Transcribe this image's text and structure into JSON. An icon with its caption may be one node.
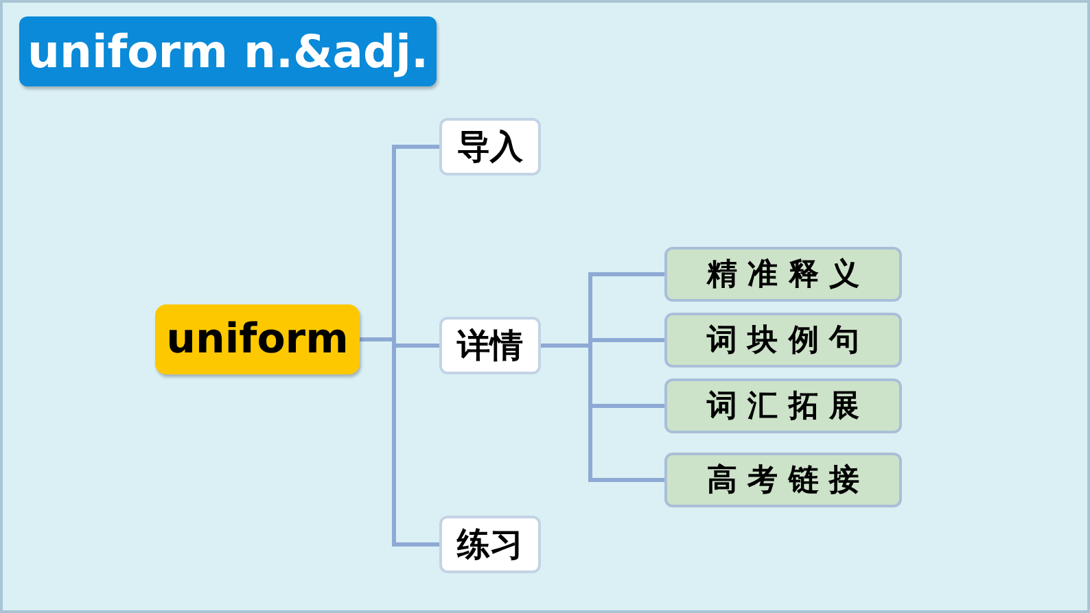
{
  "diagram": {
    "title": "uniform n.&adj.",
    "nodes": [
      {
        "text": [
          "uniform"
        ]
      },
      {
        "text": [
          "导入"
        ]
      },
      {
        "text": [
          "详情"
        ]
      },
      {
        "text": [
          "练习"
        ]
      },
      {
        "text": [
          "精 准 释 义"
        ]
      },
      {
        "text": [
          "词 块 例 句"
        ]
      },
      {
        "text": [
          "词 汇 拓 展"
        ]
      },
      {
        "text": [
          "高 考 链 接"
        ]
      }
    ],
    "edges": [
      {
        "from": 0,
        "to": 1,
        "arrow": "none"
      },
      {
        "from": 0,
        "to": 2,
        "arrow": "none"
      },
      {
        "from": 0,
        "to": 3,
        "arrow": "none"
      },
      {
        "from": 2,
        "to": 4,
        "arrow": "none"
      },
      {
        "from": 2,
        "to": 5,
        "arrow": "none"
      },
      {
        "from": 2,
        "to": 6,
        "arrow": "none"
      },
      {
        "from": 2,
        "to": 7,
        "arrow": "none"
      }
    ]
  }
}
